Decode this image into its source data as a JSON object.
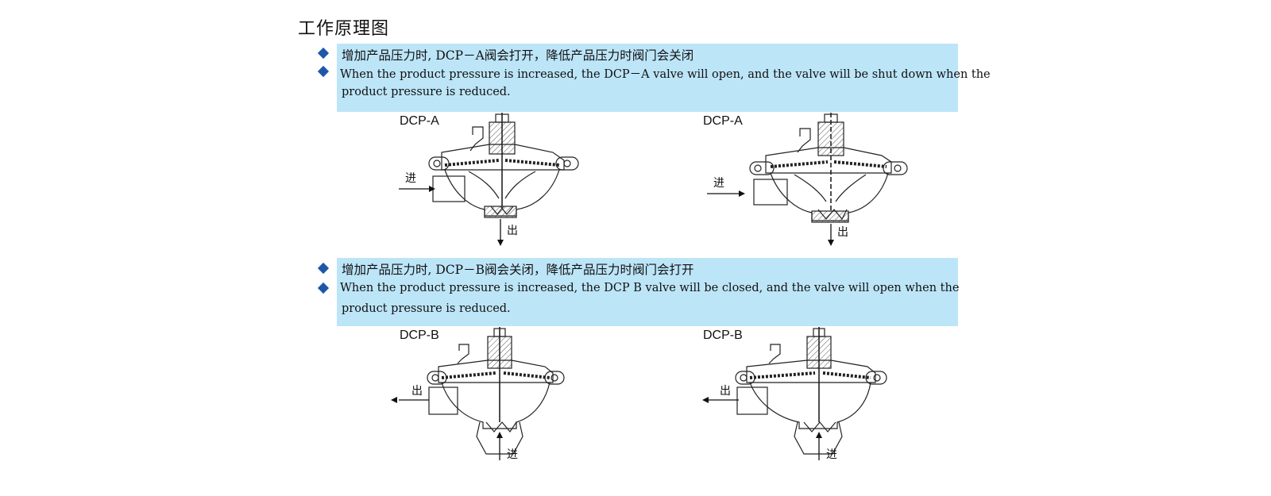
{
  "title": "工作原理图",
  "section_a": {
    "cn": "增加产品压力时, DCP－A阀会打开，降低产品压力时阀门会关闭",
    "en_line1": "When the product pressure is increased, the DCP－A valve will open, and the valve will be shut down when the",
    "en_line2": "product pressure is reduced."
  },
  "section_b": {
    "cn": "增加产品压力时, DCP－B阀会关闭，降低产品压力时阀门会打开",
    "en_line1": "When the product pressure is increased, the DCP B valve will be closed, and the valve will open when the",
    "en_line2": "product pressure is reduced."
  },
  "figures": {
    "a_left": {
      "label": "DCP-A",
      "inlet": "进",
      "outlet": "出"
    },
    "a_right": {
      "label": "DCP-A",
      "inlet": "进",
      "outlet": "出"
    },
    "b_left": {
      "label": "DCP-B",
      "inlet": "进",
      "outlet": "出"
    },
    "b_right": {
      "label": "DCP-B",
      "inlet": "进",
      "outlet": "出"
    }
  },
  "colors": {
    "band": "#bde5f8",
    "bullet": "#1f57a8"
  }
}
